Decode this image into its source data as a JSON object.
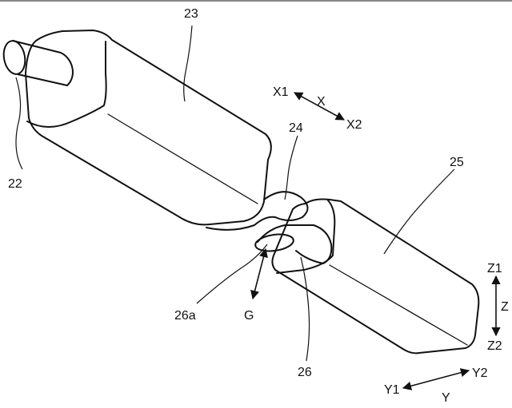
{
  "labels": {
    "part_22": "22",
    "part_23": "23",
    "part_24": "24",
    "part_25": "25",
    "part_26": "26",
    "part_26a": "26a",
    "gravity": "G",
    "x_axis": "X",
    "x1": "X1",
    "x2": "X2",
    "y_axis": "Y",
    "y1": "Y1",
    "y2": "Y2",
    "z_axis": "Z",
    "z1": "Z1",
    "z2": "Z2"
  }
}
